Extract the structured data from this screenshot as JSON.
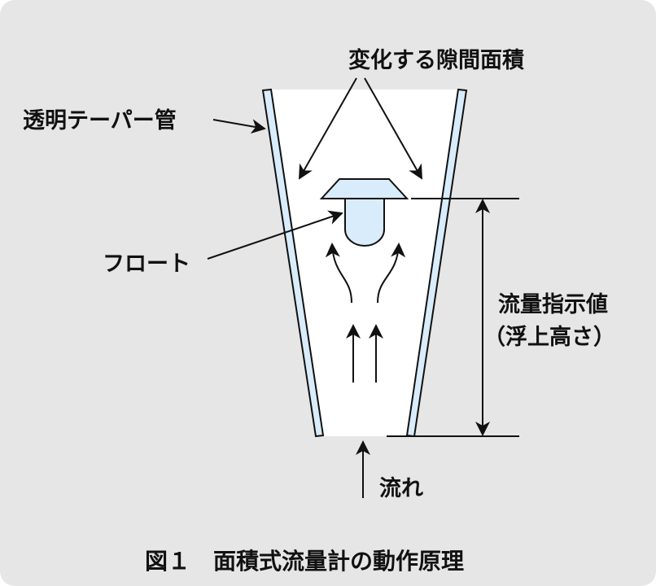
{
  "labels": {
    "gap": "変化する隙間面積",
    "tube": "透明テーパー管",
    "float": "フロート",
    "indicator_line1": "流量指示値",
    "indicator_line2": "（浮上高さ）",
    "flow": "流れ"
  },
  "caption": "図１　面積式流量計の動作原理",
  "colors": {
    "background": "#e6e6e6",
    "tube": "#d9ecfb",
    "float": "#d9ecfb"
  }
}
